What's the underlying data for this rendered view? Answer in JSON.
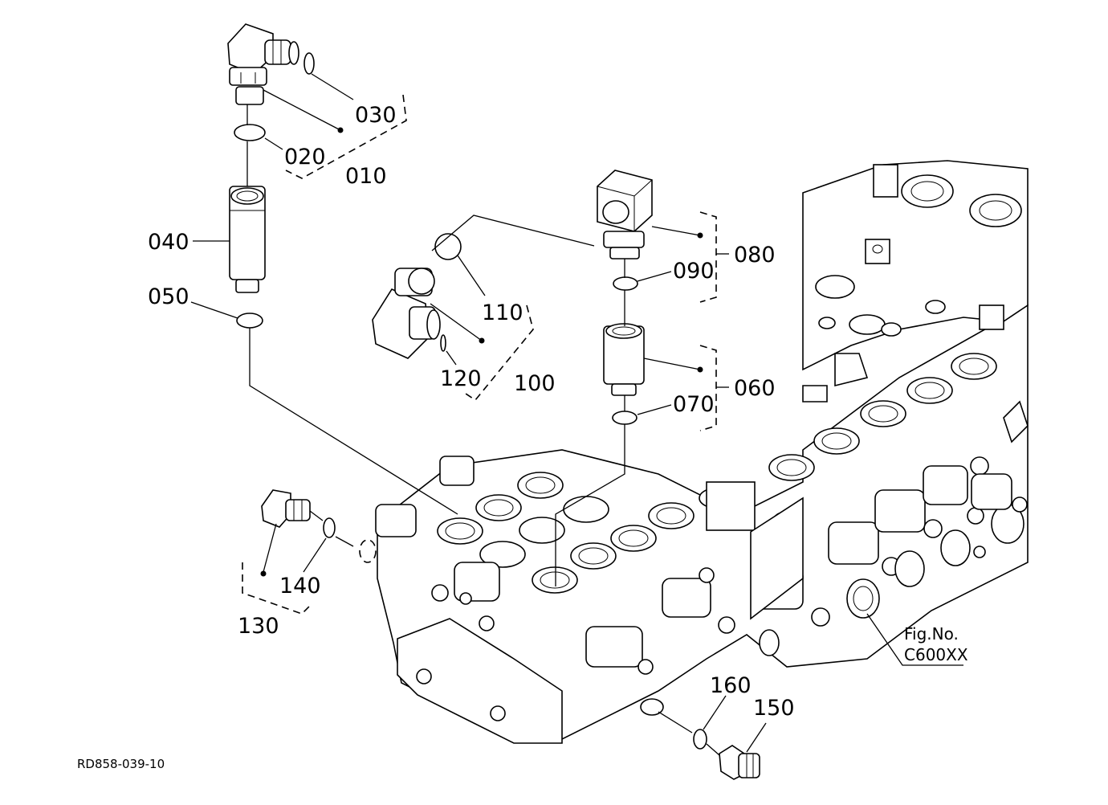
{
  "callouts": {
    "c010": "010",
    "c020": "020",
    "c030": "030",
    "c040": "040",
    "c050": "050",
    "c060": "060",
    "c070": "070",
    "c080": "080",
    "c090": "090",
    "c100": "100",
    "c110": "110",
    "c120": "120",
    "c130": "130",
    "c140": "140",
    "c150": "150",
    "c160": "160"
  },
  "figure_reference": {
    "line1": "Fig.No.",
    "line2": "C600XX"
  },
  "drawing_id": "RD858-039-10",
  "colors": {
    "ink": "#000000",
    "paper": "#ffffff"
  }
}
